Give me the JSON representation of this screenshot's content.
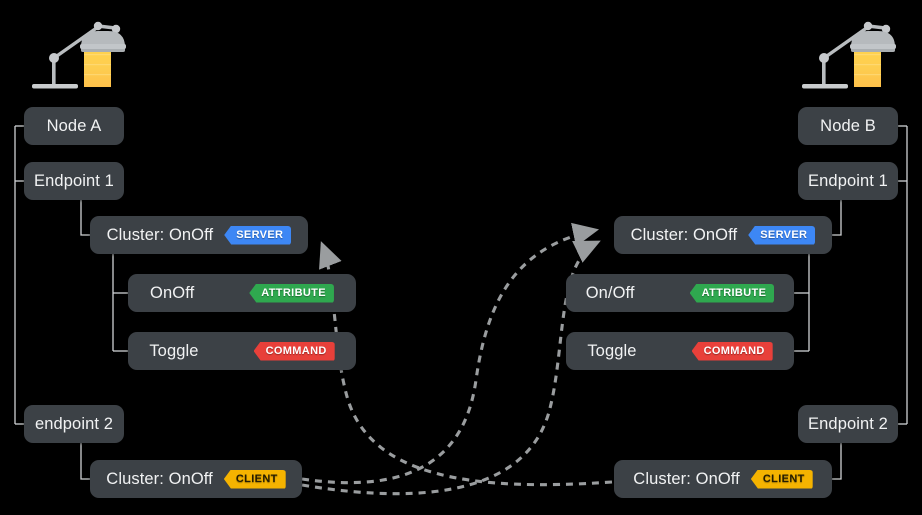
{
  "diagram": {
    "title": "Matter OnOff binding between two nodes",
    "background": "#000000",
    "box_color": "#3c4146",
    "wire_color": "#cfd2d4",
    "link_color": "#9a9d9f"
  },
  "badges": {
    "server": "SERVER",
    "client": "CLIENT",
    "attribute": "ATTRIBUTE",
    "command": "COMMAND",
    "colors": {
      "server": "#3d87f5",
      "client": "#f5b300",
      "attribute": "#2fa84f",
      "command": "#e8403a"
    }
  },
  "left": {
    "lamp_icon": "desk-lamp-icon",
    "node": "Node A",
    "endpoint1": "Endpoint 1",
    "endpoint2": "endpoint 2",
    "cluster_server": "Cluster: OnOff",
    "cluster_client": "Cluster: OnOff",
    "attribute_name": "OnOff",
    "command_name": "Toggle"
  },
  "right": {
    "lamp_icon": "desk-lamp-icon",
    "node": "Node B",
    "endpoint1": "Endpoint 1",
    "endpoint2": "Endpoint 2",
    "cluster_server": "Cluster: OnOff",
    "cluster_client": "Cluster: OnOff",
    "attribute_name": "On/Off",
    "command_name": "Toggle"
  },
  "bindings": [
    {
      "name": "right-client-to-left-server",
      "from": "right endpoint 2 Cluster: OnOff CLIENT",
      "to": "left Endpoint 1 Cluster: OnOff SERVER",
      "style": "dashed-arrow"
    },
    {
      "name": "left-client-to-right-server-upper",
      "from": "left endpoint 2 Cluster: OnOff CLIENT",
      "to": "right Endpoint 1 Cluster: OnOff SERVER",
      "style": "dashed-arrow"
    },
    {
      "name": "left-client-to-right-server-lower",
      "from": "left endpoint 2 Cluster: OnOff CLIENT",
      "to": "right Endpoint 1 Cluster: OnOff SERVER",
      "style": "dashed-arrow"
    }
  ]
}
